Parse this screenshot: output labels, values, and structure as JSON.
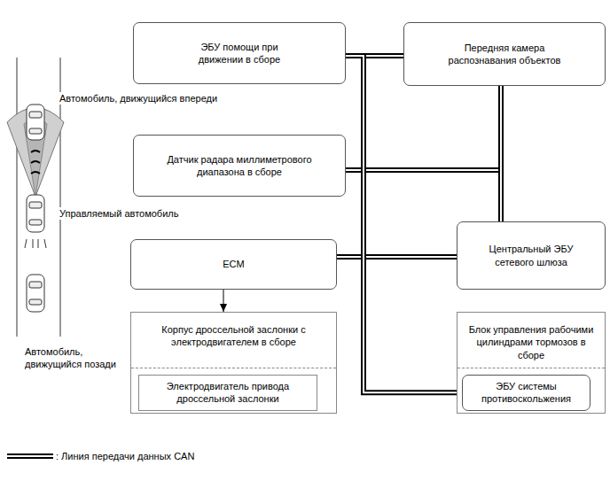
{
  "diagram": {
    "nodes": [
      {
        "text": [
          "ЭБУ помощи при движении в сборе"
        ]
      },
      {
        "text": [
          "Передняя камера распознавания объектов"
        ]
      },
      {
        "text": [
          "Датчик радара миллиметрового диапазона в сборе"
        ]
      },
      {
        "text": [
          "ECM"
        ]
      },
      {
        "text": [
          "Центральный ЭБУ сетевого шлюза"
        ]
      },
      {
        "text": [
          "Корпус дроссельной заслонки с электродвигателем в сборе"
        ]
      },
      {
        "text": [
          "Электродвигатель привода дроссельной заслонки"
        ],
        "in": 5
      },
      {
        "text": [
          "Блок управления рабочими цилиндрами тормозов в сборе"
        ]
      },
      {
        "text": [
          "ЭБУ системы противоскольжения"
        ],
        "in": 7
      }
    ],
    "edges": [
      {
        "from": 0,
        "to": 1,
        "arrow": "none"
      },
      {
        "from": 2,
        "to": 1,
        "arrow": "none"
      },
      {
        "from": 1,
        "to": 4,
        "arrow": "none"
      },
      {
        "from": 4,
        "to": 3,
        "arrow": "none"
      },
      {
        "from": 0,
        "to": 8,
        "arrow": "none"
      },
      {
        "from": 3,
        "to": 5,
        "arrow": "to"
      }
    ],
    "labels": [
      "Автомобиль, движущийся впереди",
      "Управляемый автомобиль",
      "Автомобиль, движущийся позади"
    ],
    "legend": [
      {
        "text": ": Линия передачи данных CAN"
      }
    ]
  }
}
